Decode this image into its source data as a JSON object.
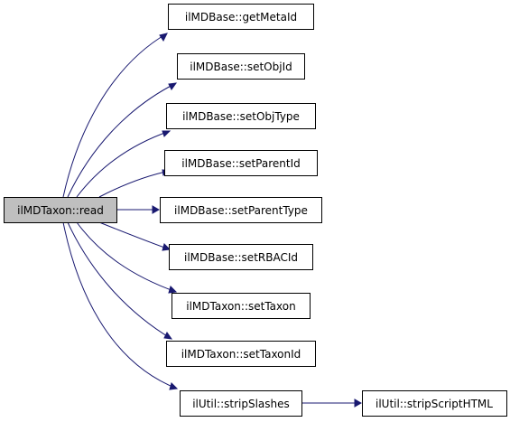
{
  "colors": {
    "edge": "#191970",
    "root_fill": "#bfbfbf",
    "node_fill": "#ffffff",
    "node_border": "#000000"
  },
  "nodes": {
    "root": "ilMDTaxon::read",
    "get_meta_id": "ilMDBase::getMetaId",
    "set_obj_id": "ilMDBase::setObjId",
    "set_obj_type": "ilMDBase::setObjType",
    "set_parent_id": "ilMDBase::setParentId",
    "set_parent_type": "ilMDBase::setParentType",
    "set_rbac_id": "ilMDBase::setRBACId",
    "set_taxon": "ilMDTaxon::setTaxon",
    "set_taxon_id": "ilMDTaxon::setTaxonId",
    "strip_slashes": "ilUtil::stripSlashes",
    "strip_script_html": "ilUtil::stripScriptHTML"
  }
}
